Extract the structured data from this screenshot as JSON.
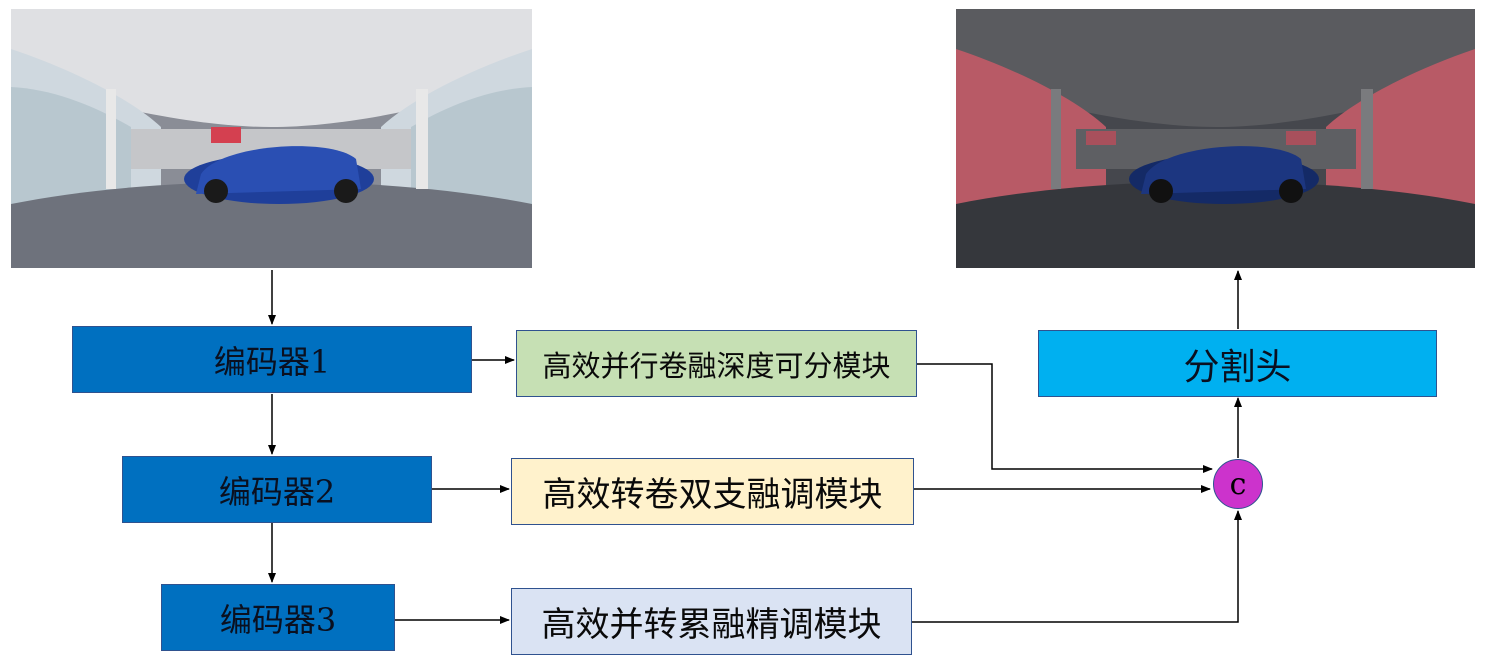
{
  "input_image": {
    "icon": "panorama-showroom-photo"
  },
  "output_image": {
    "icon": "panorama-segmentation-overlay",
    "overlay_color": "#e05a6a"
  },
  "encoders": [
    {
      "label": "编码器1"
    },
    {
      "label": "编码器2"
    },
    {
      "label": "编码器3"
    }
  ],
  "modules": [
    {
      "label": "高效并行卷融深度可分模块",
      "color": "#c6e0b4"
    },
    {
      "label": "高效转卷双支融调模块",
      "color": "#fff2cc"
    },
    {
      "label": "高效并转累融精调模块",
      "color": "#dae3f3"
    }
  ],
  "concat": {
    "label": "c"
  },
  "seg_head": {
    "label": "分割头"
  },
  "colors": {
    "encoder": "#0070c0",
    "seg_head": "#00b0f0",
    "concat": "#cc33cc",
    "border": "#2f528f"
  }
}
